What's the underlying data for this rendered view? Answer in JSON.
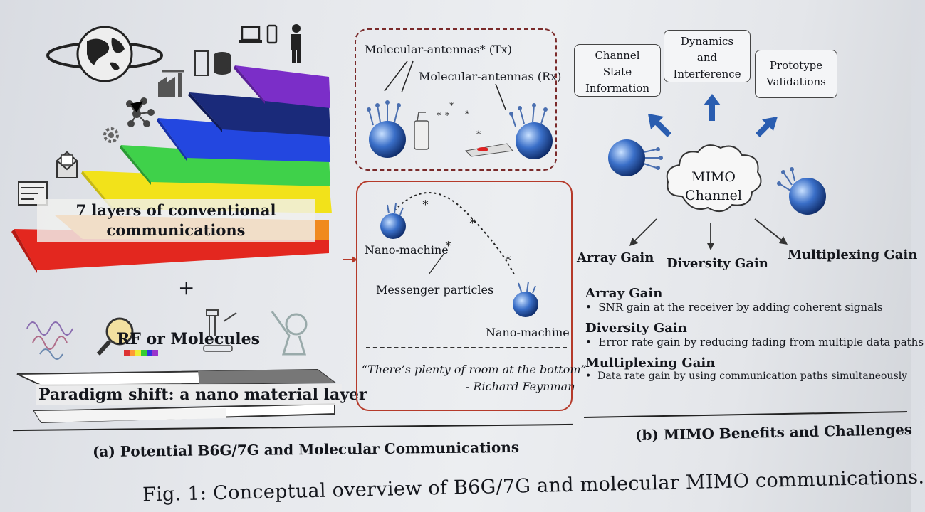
{
  "panel_a": {
    "layers_label_line1": "7 layers of conventional",
    "layers_label_line2": "communications",
    "plus": "+",
    "rf_or_molecules": "RF or Molecules",
    "paradigm_shift": "Paradigm shift: a nano material layer",
    "antenna_tx": "Molecular-antennas* (Tx)",
    "antenna_rx": "Molecular-antennas (Rx)",
    "nano_machine_1": "Nano-machine",
    "messenger_particles": "Messenger particles",
    "nano_machine_2": "Nano-machine",
    "quote": "“There’s plenty of room at the bottom”",
    "quote_author": "- Richard Feynman",
    "caption": "(a) Potential B6G/7G and Molecular Communications",
    "layer_colors": [
      "#e3271f",
      "#f08a1e",
      "#f2e21a",
      "#3fd14a",
      "#2347e0",
      "#1a2a7a",
      "#7b2ec8"
    ]
  },
  "panel_b": {
    "box_csi_line1": "Channel",
    "box_csi_line2": "State",
    "box_csi_line3": "Information",
    "box_dyn_line1": "Dynamics",
    "box_dyn_line2": "and",
    "box_dyn_line3": "Interference",
    "box_proto_line1": "Prototype",
    "box_proto_line2": "Validations",
    "cloud_line1": "MIMO",
    "cloud_line2": "Channel",
    "gain_array": "Array Gain",
    "gain_diversity": "Diversity Gain",
    "gain_multiplexing": "Multiplexing Gain",
    "bullets": [
      {
        "title": "Array Gain",
        "text": "SNR gain at the receiver by adding coherent signals"
      },
      {
        "title": "Diversity Gain",
        "text": "Error rate gain by reducing fading from multiple data paths"
      },
      {
        "title": "Multiplexing Gain",
        "text": "Data rate gain by using communication paths simultaneously"
      }
    ],
    "caption": "(b) MIMO Benefits and Challenges"
  },
  "figure_caption": "Fig. 1: Conceptual overview of B6G/7G and molecular MIMO communications."
}
